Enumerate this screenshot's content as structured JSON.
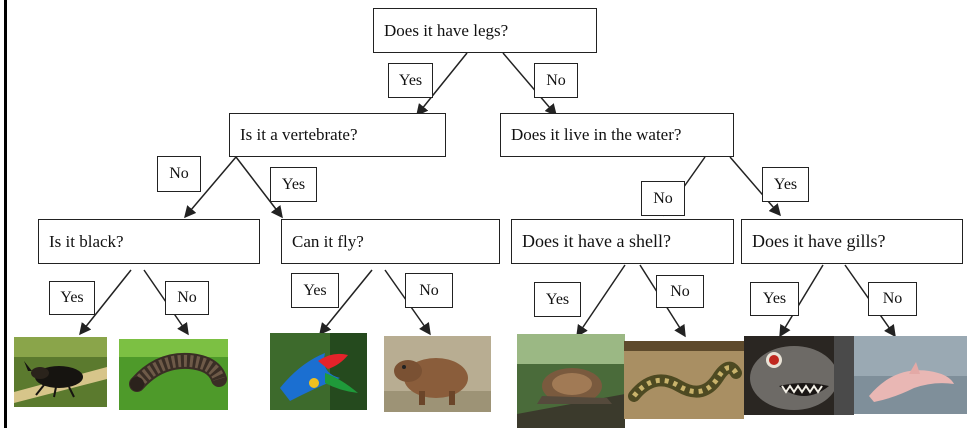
{
  "questions": {
    "root": "Does it have legs?",
    "vertebrate": "Is it a vertebrate?",
    "water": "Does it live in the water?",
    "black": "Is it black?",
    "fly": "Can it fly?",
    "shell": "Does it have a shell?",
    "gills": "Does it have gills?"
  },
  "edge_labels": {
    "root_yes": "Yes",
    "root_no": "No",
    "vert_no": "No",
    "vert_yes": "Yes",
    "water_no": "No",
    "water_yes": "Yes",
    "black_yes": "Yes",
    "black_no": "No",
    "fly_yes": "Yes",
    "fly_no": "No",
    "shell_yes": "Yes",
    "shell_no": "No",
    "gills_yes": "Yes",
    "gills_no": "No"
  },
  "leaves": [
    "beetle-photo",
    "millipede-photo",
    "parrot-photo",
    "capybara-photo",
    "snail-photo",
    "snake-photo",
    "piranha-photo",
    "dolphin-photo"
  ],
  "colors": {
    "line": "#222222",
    "box_border": "#222222"
  }
}
